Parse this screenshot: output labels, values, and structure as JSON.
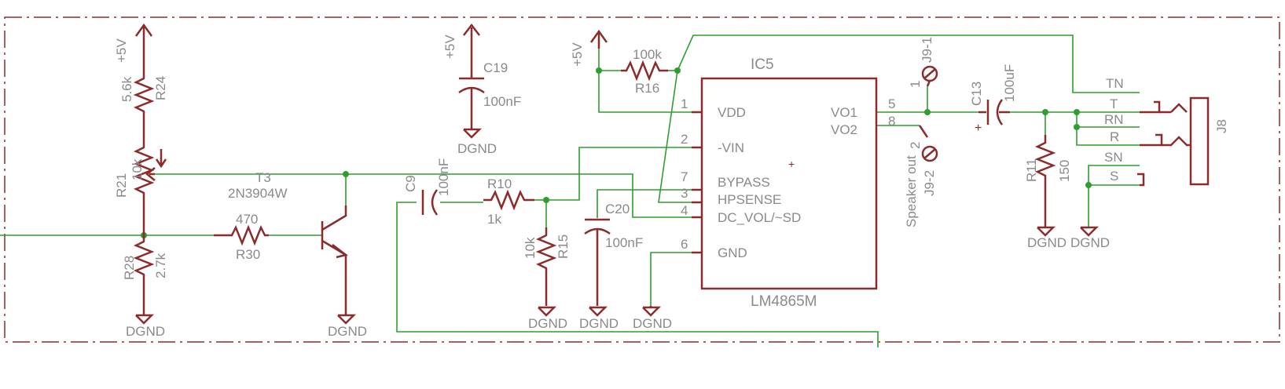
{
  "supply": "+5V",
  "ground": "DGND",
  "components": {
    "R24": {
      "ref": "R24",
      "value": "5.6k"
    },
    "R21": {
      "ref": "R21",
      "value": "10k"
    },
    "R28": {
      "ref": "R28",
      "value": "2.7k"
    },
    "R30": {
      "ref": "R30",
      "value": "470"
    },
    "T3": {
      "ref": "T3",
      "value": "2N3904W"
    },
    "C19": {
      "ref": "C19",
      "value": "100nF"
    },
    "C9": {
      "ref": "C9",
      "value": "100nF"
    },
    "R10": {
      "ref": "R10",
      "value": "1k"
    },
    "R15": {
      "ref": "R15",
      "value": "10k"
    },
    "C20": {
      "ref": "C20",
      "value": "100nF"
    },
    "R16": {
      "ref": "R16",
      "value": "100k"
    },
    "C13": {
      "ref": "C13",
      "value": "100uF"
    },
    "R11": {
      "ref": "R11",
      "value": "150"
    },
    "J8": {
      "ref": "J8"
    },
    "J9_1": {
      "ref": "J9-1"
    },
    "J9_2": {
      "ref": "J9-2"
    },
    "speaker_out": "Speaker out"
  },
  "ic": {
    "ref": "IC5",
    "part": "LM4865M",
    "pins_left": [
      {
        "num": "1",
        "name": "VDD"
      },
      {
        "num": "2",
        "name": "-VIN"
      },
      {
        "num": "7",
        "name": "BYPASS"
      },
      {
        "num": "3",
        "name": "HPSENSE"
      },
      {
        "num": "4",
        "name": "DC_VOL/~SD"
      },
      {
        "num": "6",
        "name": "GND"
      }
    ],
    "pins_right": [
      {
        "num": "5",
        "name": "VO1"
      },
      {
        "num": "8",
        "name": "VO2"
      }
    ]
  },
  "jack_pins": [
    "TN",
    "T",
    "RN",
    "R",
    "SN",
    "S"
  ],
  "connector_pin_numbers": [
    "1",
    "2"
  ],
  "colors": {
    "part": "#8b2c2c",
    "wire": "#2f9e2f",
    "text": "#8a8a8a"
  }
}
